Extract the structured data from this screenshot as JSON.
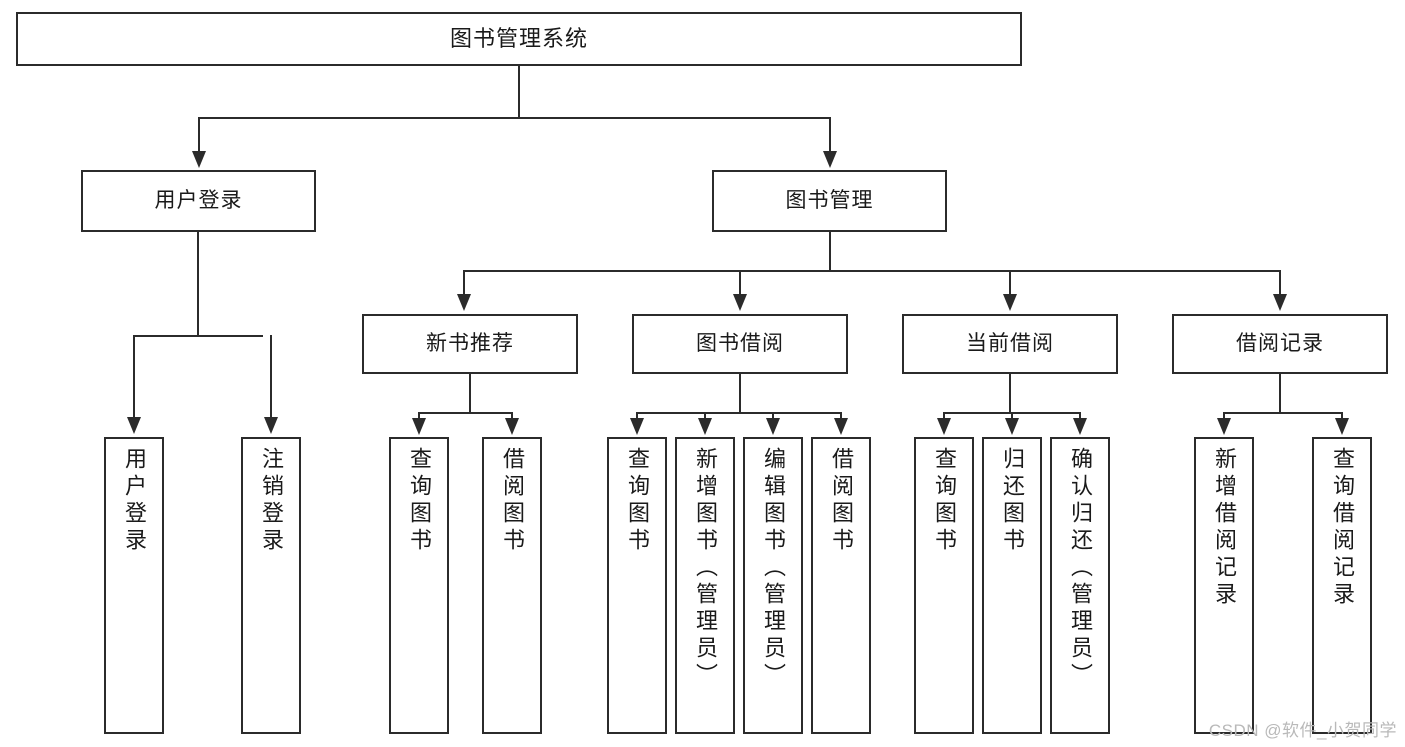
{
  "diagram": {
    "type": "hierarchy-tree",
    "title": "图书管理系统",
    "watermark": "CSDN @软件_小贺同学",
    "colors": {
      "stroke": "#2b2b2b",
      "fill": "#ffffff",
      "text": "#1a1a1a",
      "watermark": "#b9b9b9"
    },
    "nodes": {
      "root": {
        "label": "图书管理系统"
      },
      "level2": [
        {
          "label": "用户登录"
        },
        {
          "label": "图书管理"
        }
      ],
      "level3": [
        {
          "label": "新书推荐"
        },
        {
          "label": "图书借阅"
        },
        {
          "label": "当前借阅"
        },
        {
          "label": "借阅记录"
        }
      ],
      "leaves": {
        "user_login": [
          {
            "label": "用户登录"
          },
          {
            "label": "注销登录"
          }
        ],
        "new_book_recommend": [
          {
            "label": "查询图书"
          },
          {
            "label": "借阅图书"
          }
        ],
        "book_borrow": [
          {
            "label": "查询图书"
          },
          {
            "label": "新增图书（管理员）"
          },
          {
            "label": "编辑图书（管理员）"
          },
          {
            "label": "借阅图书"
          }
        ],
        "current_borrow": [
          {
            "label": "查询图书"
          },
          {
            "label": "归还图书"
          },
          {
            "label": "确认归还（管理员）"
          }
        ],
        "borrow_record": [
          {
            "label": "新增借阅记录"
          },
          {
            "label": "查询借阅记录"
          }
        ]
      }
    }
  }
}
